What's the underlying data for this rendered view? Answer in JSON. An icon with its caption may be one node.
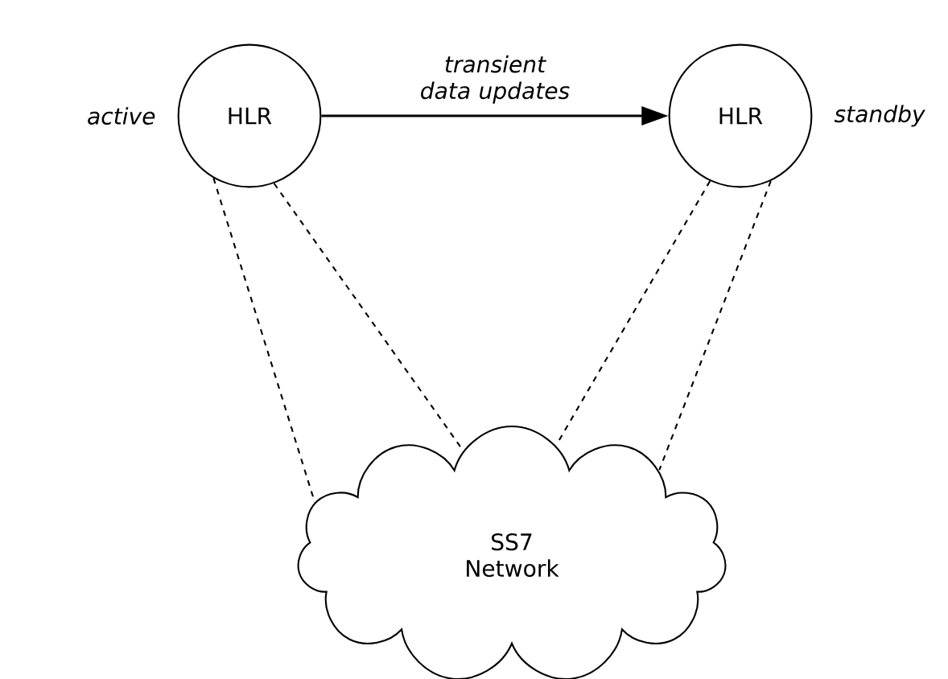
{
  "diagram": {
    "nodes": [
      {
        "text": [
          "HLR"
        ],
        "beside": [
          "active"
        ]
      },
      {
        "text": [
          "HLR"
        ],
        "beside": [
          "standby"
        ]
      },
      {
        "text": [
          "SS7 Network"
        ]
      }
    ],
    "edges": [
      {
        "from": 0,
        "to": 1,
        "arrow": "to",
        "label": "transient data updates"
      },
      {
        "from": 0,
        "to": 2,
        "arrow": "none",
        "style": "dashed"
      },
      {
        "from": 0,
        "to": 2,
        "arrow": "none",
        "style": "dashed"
      },
      {
        "from": 1,
        "to": 2,
        "arrow": "none",
        "style": "dashed"
      },
      {
        "from": 1,
        "to": 2,
        "arrow": "none",
        "style": "dashed"
      }
    ]
  }
}
